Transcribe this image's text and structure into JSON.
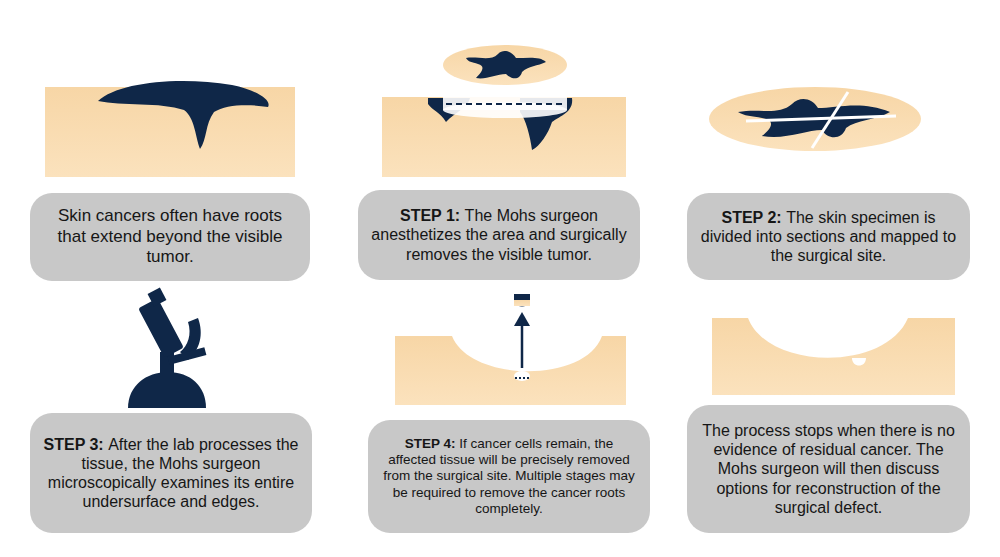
{
  "diagram": {
    "nodes": [
      {
        "text": [
          "Skin cancers often have roots that extend beyond the visible tumor."
        ]
      },
      {
        "text": [
          "STEP 1:",
          "The Mohs surgeon anesthetizes the area and surgically removes the visible tumor."
        ]
      },
      {
        "text": [
          "STEP 2:",
          "The skin specimen is divided into sections and mapped to the surgical site."
        ]
      },
      {
        "text": [
          "STEP 3:",
          "After the lab processes the tissue, the Mohs surgeon microscopically examines its entire undersurface and edges."
        ]
      },
      {
        "text": [
          "STEP 4:",
          "If cancer cells remain, the affected tissue will be precisely removed from the surgical site. Multiple stages may be required to remove the cancer roots completely."
        ]
      },
      {
        "text": [
          "The process stops when there is no evidence of residual cancer. The Mohs surgeon will then discuss options for reconstruction of the surgical defect."
        ]
      }
    ]
  }
}
